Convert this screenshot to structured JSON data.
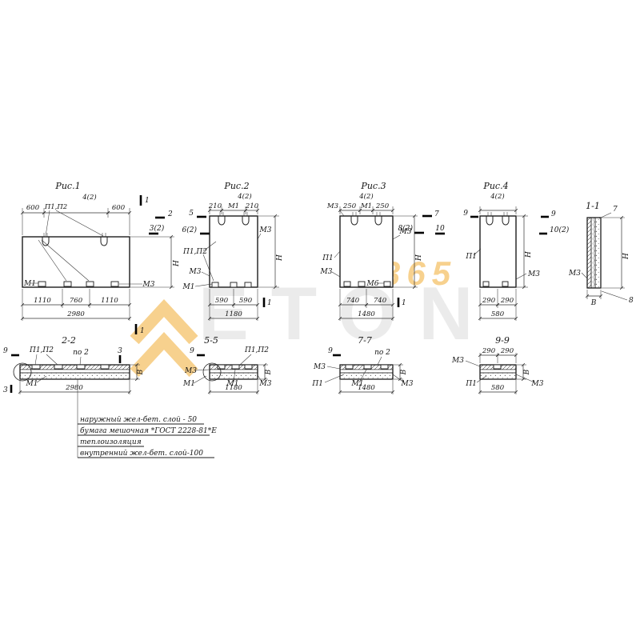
{
  "watermark": {
    "word": "ETON",
    "digits": "365"
  },
  "fig1": {
    "title": "Рис.1",
    "dim_left": "600",
    "plates_label": "П1,П2",
    "cut4": "4(2)",
    "dim_right": "600",
    "flag_cut1_top": "1",
    "flag_cut1_bottom": "1",
    "flag2": "2",
    "flag3": "3(2)",
    "height": "Н",
    "m1": "М1",
    "m3": "М3",
    "dims": [
      "1110",
      "760",
      "1110"
    ],
    "total": "2980"
  },
  "fig2": {
    "title": "Рис.2",
    "cut4": "4(2)",
    "dim1": "210",
    "m1_top": "М1",
    "dim2": "210",
    "flag5": "5",
    "flag6": "6(2)",
    "plates_label": "П1,П2",
    "m3_left": "М3",
    "m1": "М1",
    "m3_right": "М3",
    "height": "Н",
    "dims": [
      "590",
      "590"
    ],
    "total": "1180",
    "flag1": "1"
  },
  "fig3": {
    "title": "Рис.3",
    "cut4": "4(2)",
    "m3_top": "М3",
    "dim1": "250",
    "m1_top": "М1",
    "dim2": "250",
    "flag7": "7",
    "flag8": "8(2)",
    "flag10": "10",
    "p1": "П1",
    "m3_left": "М3",
    "m3_right": "М3",
    "m6": "М6",
    "height": "Н",
    "dims": [
      "740",
      "740"
    ],
    "total": "1480",
    "flag1": "1"
  },
  "fig4": {
    "title": "Рис.4",
    "cut4": "4(2)",
    "flag9_left": "9",
    "flag9_right": "9",
    "flag10": "10(2)",
    "p1": "П1",
    "m3": "М3",
    "height": "Н",
    "dims": [
      "290",
      "290"
    ],
    "total": "580"
  },
  "sec11": {
    "title": "1-1",
    "flag7": "7",
    "height": "Н",
    "m3": "М3",
    "width": "В",
    "flag8": "8"
  },
  "sec22": {
    "title": "2-2",
    "flag9": "9",
    "plates_label": "П1,П2",
    "po2": "по 2",
    "flag3_top": "3",
    "flag3_bottom": "3",
    "m1": "М1",
    "width": "В",
    "total": "2980"
  },
  "sec55": {
    "title": "5-5",
    "flag9": "9",
    "plates_label": "П1,П2",
    "m3_left": "М3",
    "m1_left": "М1",
    "m1_mid": "М1",
    "m3_right": "М3",
    "width": "В",
    "total": "1180"
  },
  "sec77": {
    "title": "7-7",
    "flag9": "9",
    "po2": "по 2",
    "m3_left": "М3",
    "p1": "П1",
    "m1": "М1",
    "m3_right": "М3",
    "width": "В",
    "total": "1480"
  },
  "sec99": {
    "title": "9-9",
    "dims": [
      "290",
      "290"
    ],
    "m3_left": "М3",
    "p1": "П1",
    "m3_right": "М3",
    "width": "В",
    "total": "580"
  },
  "legend": {
    "lines": [
      "наружный жел-бет. слой - 50",
      "бумага мешочная *ГОСТ 2228-81*Е",
      "теплоизоляция",
      "внутренний жел-бет. слой-100"
    ]
  }
}
